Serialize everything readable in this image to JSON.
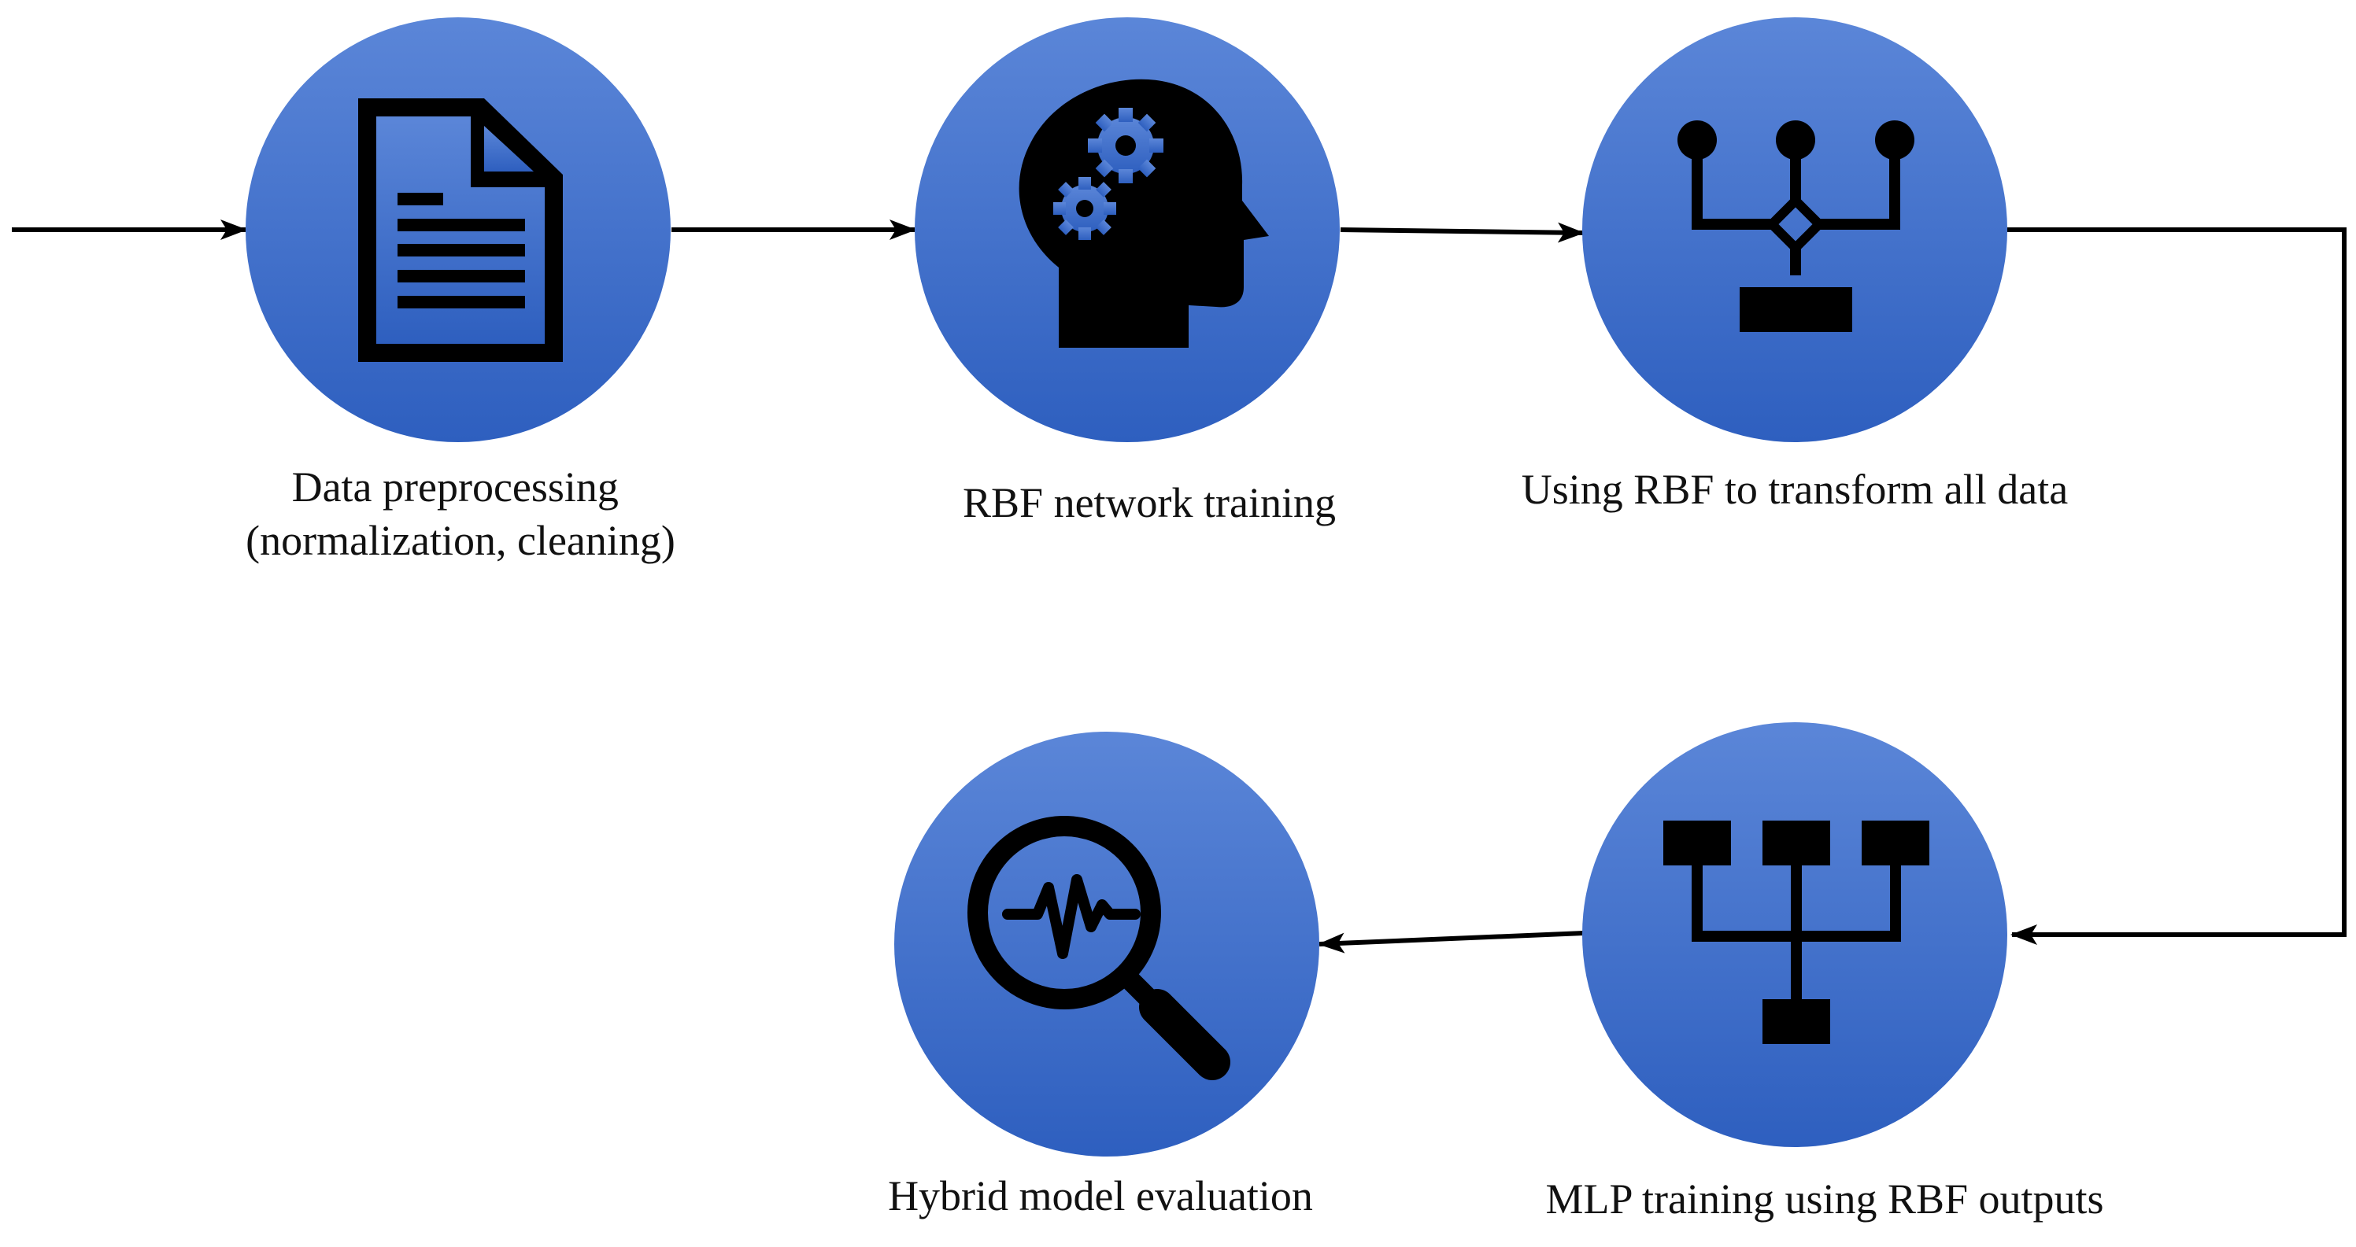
{
  "steps": [
    {
      "id": "preprocess",
      "label_lines": [
        "Data preprocessing",
        "(normalization, cleaning)"
      ],
      "icon": "document-icon"
    },
    {
      "id": "rbf_train",
      "label_lines": [
        "RBF network training"
      ],
      "icon": "brain-gears-icon"
    },
    {
      "id": "rbf_transform",
      "label_lines": [
        "Using RBF to transform all data"
      ],
      "icon": "merge-network-icon"
    },
    {
      "id": "mlp_train",
      "label_lines": [
        "MLP training using RBF outputs"
      ],
      "icon": "hierarchy-network-icon"
    },
    {
      "id": "evaluate",
      "label_lines": [
        "Hybrid model evaluation"
      ],
      "icon": "magnifier-signal-icon"
    }
  ],
  "colors": {
    "circle_top": "#5b86d8",
    "circle_bottom": "#2e5fbf",
    "icon": "#000000",
    "arrow": "#000000",
    "text": "#111111"
  }
}
